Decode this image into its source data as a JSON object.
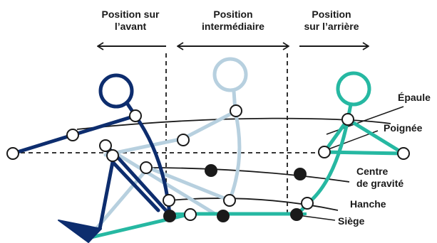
{
  "headers": {
    "avant_l1": "Position sur",
    "avant_l2": "l’avant",
    "inter_l1": "Position",
    "inter_l2": "intermédiaire",
    "arriere_l1": "Position",
    "arriere_l2": "sur l’arrière"
  },
  "labels": {
    "epaule": "Épaule",
    "poignee": "Poignée",
    "centre_l1": "Centre",
    "centre_l2": "de gravité",
    "hanche": "Hanche",
    "siege": "Siège"
  },
  "colors": {
    "front": "#0d2d6e",
    "middle": "#b7d0df",
    "back": "#26b8a2",
    "ink": "#1a1a1a"
  }
}
